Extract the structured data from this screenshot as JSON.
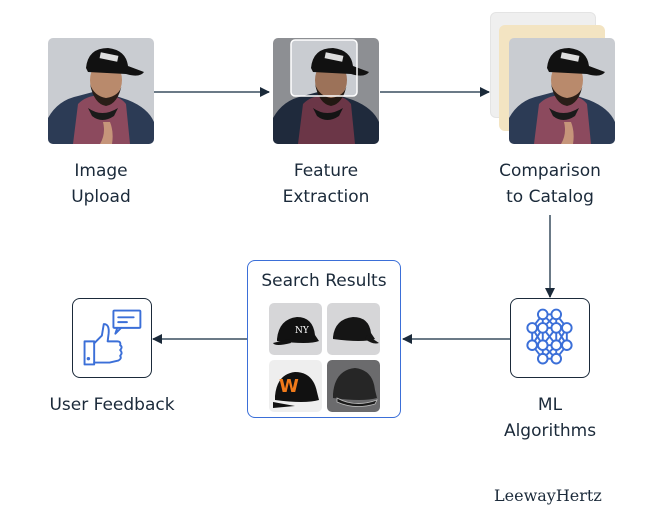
{
  "diagram": {
    "steps": [
      {
        "id": "image-upload",
        "label_line1": "Image",
        "label_line2": "Upload"
      },
      {
        "id": "feature-extraction",
        "label_line1": "Feature",
        "label_line2": "Extraction"
      },
      {
        "id": "comparison-to-catalog",
        "label_line1": "Comparison",
        "label_line2": "to Catalog"
      },
      {
        "id": "ml-algorithms",
        "label_line1": "ML",
        "label_line2": "Algorithms"
      },
      {
        "id": "search-results",
        "label": "Search Results"
      },
      {
        "id": "user-feedback",
        "label": "User Feedback"
      }
    ],
    "search_results_thumbnails": [
      "black-ny-cap",
      "black-plain-cap",
      "black-orange-w-cap",
      "black-textured-cap"
    ],
    "flow": [
      "image-upload",
      "feature-extraction",
      "comparison-to-catalog",
      "ml-algorithms",
      "search-results",
      "user-feedback"
    ],
    "icons": {
      "ml": "neural-network-icon",
      "feedback": "thumbs-up-chat-icon"
    }
  },
  "brand": "LeewayHertz",
  "colors": {
    "accent": "#3b6fd8",
    "text": "#1b2a3a",
    "arrow": "#6b7a87",
    "arrowhead": "#1b2a3a",
    "card_back": "#efefef",
    "card_mid": "#f3e4c2"
  }
}
